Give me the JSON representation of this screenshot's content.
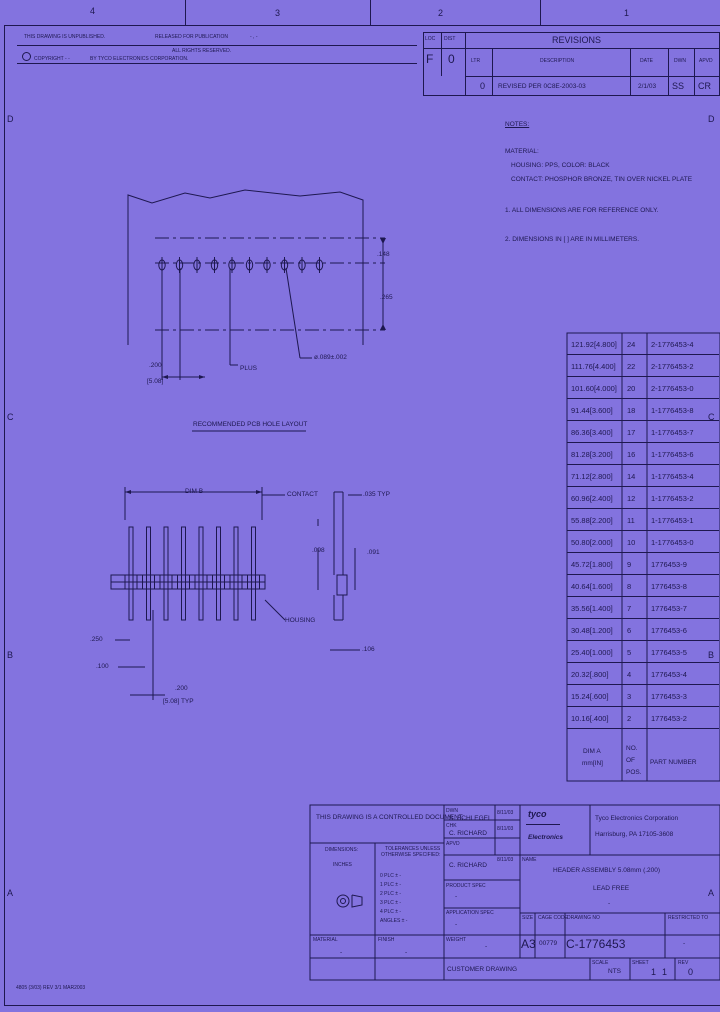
{
  "zones": {
    "top": [
      "4",
      "3",
      "2",
      "1"
    ],
    "side": [
      "D",
      "C",
      "B",
      "A"
    ]
  },
  "header": {
    "line1": "THIS DRAWING IS UNPUBLISHED.",
    "line1b": "RELEASED FOR PUBLICATION",
    "line1c": "- , -",
    "line2": "COPYRIGHT  -  -",
    "line2b": "BY TYCO ELECTRONICS CORPORATION.",
    "line2c": "ALL RIGHTS RESERVED."
  },
  "revisions": {
    "title": "REVISIONS",
    "col_lc": "LOC",
    "col_dist": "DIST",
    "loc": "F",
    "dist": "0",
    "col_ltr": "LTR",
    "col_desc": "DESCRIPTION",
    "col_date": "DATE",
    "col_dwn": "DWN",
    "col_apvd": "APVD",
    "ltr": "0",
    "desc": "REVISED PER 0C8E-2003-03",
    "date": "2/1/03",
    "dwn": "SS",
    "apvd": "CR"
  },
  "notes": {
    "title": "NOTES:",
    "material": "MATERIAL:",
    "housing": "HOUSING: PPS, COLOR: BLACK",
    "contact": "CONTACT: PHOSPHOR BRONZE, TIN OVER NICKEL PLATE",
    "n1": "1.  ALL DIMENSIONS ARE FOR REFERENCE ONLY.",
    "n2": "2.  DIMENSIONS IN [   ] ARE IN MILLIMETERS."
  },
  "layout": {
    "dim_148": ".148",
    "dim_265": ".265",
    "dim_200": ".200",
    "dim_508": "[5.08]",
    "plus": "PLUS",
    "hole": "ø.089±.002",
    "caption": "RECOMMENDED PCB HOLE LAYOUT"
  },
  "side_view": {
    "dim_b": "DIM B",
    "contact": "CONTACT",
    "dim_035": ".035 TYP",
    "dim_098": ".098",
    "dim_091": ".091",
    "housing": "HOUSING",
    "dim_250": ".250",
    "dim_100": ".100",
    "dim_200": ".200",
    "dim_508": "[5.08] TYP",
    "dim_106": ".106"
  },
  "part_table": {
    "rows": [
      [
        "121.92[4.800]",
        "24",
        "2-1776453-4"
      ],
      [
        "111.76[4.400]",
        "22",
        "2-1776453-2"
      ],
      [
        "101.60[4.000]",
        "20",
        "2-1776453-0"
      ],
      [
        "91.44[3.600]",
        "18",
        "1-1776453-8"
      ],
      [
        "86.36[3.400]",
        "17",
        "1-1776453-7"
      ],
      [
        "81.28[3.200]",
        "16",
        "1-1776453-6"
      ],
      [
        "71.12[2.800]",
        "14",
        "1-1776453-4"
      ],
      [
        "60.96[2.400]",
        "12",
        "1-1776453-2"
      ],
      [
        "55.88[2.200]",
        "11",
        "1-1776453-1"
      ],
      [
        "50.80[2.000]",
        "10",
        "1-1776453-0"
      ],
      [
        "45.72[1.800]",
        "9",
        "1776453-9"
      ],
      [
        "40.64[1.600]",
        "8",
        "1776453-8"
      ],
      [
        "35.56[1.400]",
        "7",
        "1776453-7"
      ],
      [
        "30.48[1.200]",
        "6",
        "1776453-6"
      ],
      [
        "25.40[1.000]",
        "5",
        "1776453-5"
      ],
      [
        "20.32[.800]",
        "4",
        "1776453-4"
      ],
      [
        "15.24[.600]",
        "3",
        "1776453-3"
      ],
      [
        "10.16[.400]",
        "2",
        "1776453-2"
      ]
    ],
    "h_dim": "DIM A",
    "h_dim2": "mm[IN]",
    "h_no": "NO.",
    "h_of": "OF",
    "h_pos": "POS.",
    "h_part": "PART NUMBER"
  },
  "title_block": {
    "controlled": "THIS DRAWING IS A CONTROLLED DOCUMENT.",
    "dwn_label": "DWN",
    "dwn": "S. SCHLEGEL",
    "dwn_date": "8/11/03",
    "chk_label": "CHK",
    "chk": "C. RICHARD",
    "chk_date": "8/11/03",
    "appr_label": "APVD",
    "appr": "C. RICHARD",
    "appr_date": "8/11/03",
    "logo1": "tyco",
    "logo2": "Electronics",
    "company": "Tyco Electronics Corporation",
    "city": "Harrisburg, PA 17105-3608",
    "dimensions": "DIMENSIONS:",
    "inches": "INCHES",
    "tol1": "TOLERANCES UNLESS",
    "tol2": "OTHERWISE SPECIFIED:",
    "tol_rows": [
      "0 PLC  ±  -",
      "1 PLC  ±  -",
      "2 PLC  ±  -",
      "3 PLC  ±  -",
      "4 PLC  ±  -",
      "ANGLES  ±  -"
    ],
    "prod_spec": "PRODUCT SPEC",
    "prod_spec_v": "-",
    "app_spec": "APPLICATION SPEC",
    "app_spec_v": "-",
    "weight": "WEIGHT",
    "weight_v": "-",
    "name_label": "NAME",
    "name1": "HEADER ASSEMBLY 5.08mm (.200)",
    "name2": "LEAD FREE",
    "name3": "-",
    "size_label": "SIZE",
    "cage_label": "CAGE CODE",
    "dwgno_label": "DRAWING NO",
    "restricted": "RESTRICTED TO",
    "size": "A3",
    "cage": "00779",
    "dwgno": "C-1776453",
    "restricted_v": "-",
    "material": "MATERIAL",
    "material_v": "-",
    "finish": "FINISH",
    "finish_v": "-",
    "customer": "CUSTOMER DRAWING",
    "scale_label": "SCALE",
    "scale": "NTS",
    "sheet_label": "SHEET",
    "sheet": "1",
    "of": "1",
    "rev_label": "REV",
    "rev": "0"
  },
  "footer": "4805 (3/03) REV 3/1 MAR2003"
}
